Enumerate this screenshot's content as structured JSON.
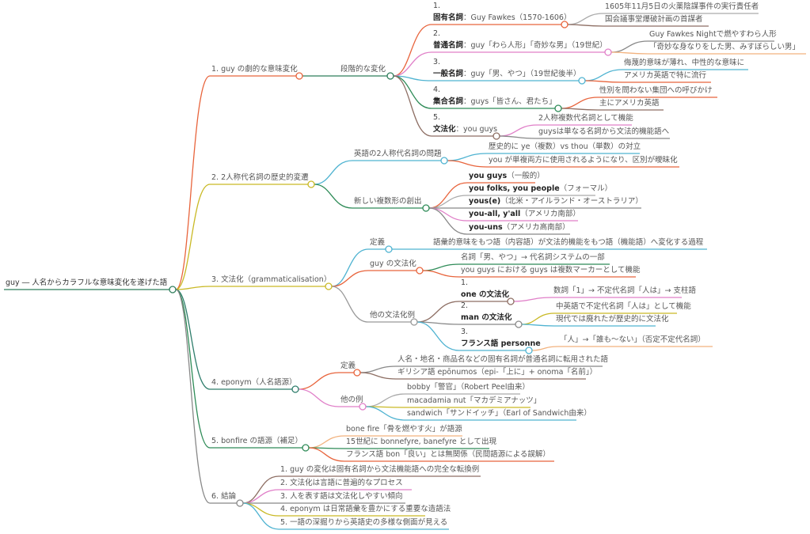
{
  "root": {
    "text": "guy ― 人名からカラフルな意味変化を遂げた語",
    "color": "#2e7d5b",
    "children": [
      {
        "text": "1. guy の劇的な意味変化",
        "color": "#e8643c",
        "children": [
          {
            "text": "段階的な変化",
            "color": "#2e7d5b",
            "children": [
              {
                "num": "1.",
                "bold": "固有名詞",
                "text": "：Guy Fawkes（1570-1606）",
                "color": "#e8643c",
                "children": [
                  {
                    "text": "1605年11月5日の火薬陰謀事件の実行責任者",
                    "color": "#aaaaaa"
                  },
                  {
                    "text": "国会議事堂爆破計画の首謀者",
                    "color": "#8d6e63"
                  }
                ]
              },
              {
                "num": "2.",
                "bold": "普通名詞",
                "text": "：guy「わら人形」「奇妙な男」（19世紀）",
                "color": "#e07fc8",
                "children": [
                  {
                    "text": "Guy Fawkes Nightで燃やすわら人形",
                    "color": "#888888"
                  },
                  {
                    "text": "「奇妙な身なりをした男、みすぼらしい男」",
                    "color": "#f2b27e"
                  }
                ]
              },
              {
                "num": "3.",
                "bold": "一般名詞",
                "text": "：guy「男、やつ」（19世紀後半）",
                "color": "#4fb3d1",
                "children": [
                  {
                    "text": "侮蔑的意味が薄れ、中性的な意味に",
                    "color": "#4fb3d1"
                  },
                  {
                    "text": "アメリカ英語で特に流行",
                    "color": "#e8643c"
                  }
                ]
              },
              {
                "num": "4.",
                "bold": "集合名詞",
                "text": "：guys「皆さん、君たち」",
                "color": "#2e8b57",
                "children": [
                  {
                    "text": "性別を問わない集団への呼びかけ",
                    "color": "#e8643c"
                  },
                  {
                    "text": "主にアメリカ英語",
                    "color": "#8d6e63"
                  }
                ]
              },
              {
                "num": "5.",
                "bold": "文法化",
                "text": "：you guys",
                "color": "#8d6e63",
                "children": [
                  {
                    "text": "2人称複数代名詞として機能",
                    "color": "#e07fc8"
                  },
                  {
                    "text": "guysは単なる名詞から文法的機能語へ",
                    "color": "#888888"
                  }
                ]
              }
            ]
          }
        ]
      },
      {
        "text": "2. 2人称代名詞の歴史的変遷",
        "color": "#c9b925",
        "children": [
          {
            "text": "英語の2人称代名詞の問題",
            "color": "#4fb3d1",
            "children": [
              {
                "text": "歴史的に ye（複数）vs thou（単数）の対立",
                "color": "#4fb3d1"
              },
              {
                "text": "you が単複両方に使用されるようになり、区別が曖昧化",
                "color": "#e8643c"
              }
            ]
          },
          {
            "text": "新しい複数形の創出",
            "color": "#2e8b57",
            "children": [
              {
                "bold": "you guys",
                "text": "（一般的）",
                "color": "#e8643c"
              },
              {
                "bold": "you folks, you people",
                "text": "（フォーマル）",
                "color": "#aaaaaa"
              },
              {
                "bold": "yous(e)",
                "text": "（北米・アイルランド・オーストラリア）",
                "color": "#888888"
              },
              {
                "bold": "you-all, y'all",
                "text": "（アメリカ南部）",
                "color": "#e07fc8"
              },
              {
                "bold": "you-uns",
                "text": "（アメリカ高南部）",
                "color": "#888888"
              }
            ]
          }
        ]
      },
      {
        "text": "3. 文法化（grammaticalisation）",
        "color": "#c9b925",
        "children": [
          {
            "text": "定義",
            "color": "#4fb3d1",
            "children": [
              {
                "text": "語彙的意味をもつ語（内容語）が文法的機能をもつ語（機能語）へ変化する過程",
                "color": "#4fb3d1"
              }
            ]
          },
          {
            "text": "guy の文法化",
            "color": "#e8643c",
            "children": [
              {
                "text": "名詞「男、やつ」→ 代名詞システムの一部",
                "color": "#2e8b57"
              },
              {
                "text": "you guys における guys は複数マーカーとして機能",
                "color": "#e8643c"
              }
            ]
          },
          {
            "text": "他の文法化例",
            "color": "#999999",
            "children": [
              {
                "num": "1.",
                "bold": "one の文法化",
                "text": "",
                "color": "#8d6e63",
                "children": [
                  {
                    "text": "数詞「1」→ 不定代名詞「人は」→ 支柱語",
                    "color": "#e07fc8"
                  }
                ]
              },
              {
                "num": "2.",
                "bold": "man の文法化",
                "text": "",
                "color": "#888888",
                "children": [
                  {
                    "text": "中英語で不定代名詞「人は」として機能",
                    "color": "#c9b925"
                  },
                  {
                    "text": "現代では廃れたが歴史的に文法化",
                    "color": "#4fb3d1"
                  }
                ]
              },
              {
                "num": "3.",
                "bold": "フランス語 personne",
                "text": "",
                "color": "#4fb3d1",
                "children": [
                  {
                    "text": "「人」→「誰も〜ない」（否定不定代名詞）",
                    "color": "#f2b27e"
                  }
                ]
              }
            ]
          }
        ]
      },
      {
        "text": "4. eponym（人名語源）",
        "color": "#2e7d6b",
        "children": [
          {
            "text": "定義",
            "color": "#e8643c",
            "children": [
              {
                "text": "人名・地名・商品名などの固有名詞が普通名詞に転用された語",
                "color": "#888888"
              },
              {
                "text": "ギリシア語 epōnumos（epi-「上に」+ onoma「名前」）",
                "color": "#8d6e63"
              }
            ]
          },
          {
            "text": "他の例",
            "color": "#e07fc8",
            "children": [
              {
                "text": "bobby「警官」（Robert Peel由来）",
                "color": "#aaaaaa"
              },
              {
                "text": "macadamia nut「マカデミアナッツ」",
                "color": "#c9b925"
              },
              {
                "text": "sandwich「サンドイッチ」（Earl of Sandwich由来）",
                "color": "#4fb3d1"
              }
            ]
          }
        ]
      },
      {
        "text": "5. bonfire の語源（補足）",
        "color": "#2e8b57",
        "children": [
          {
            "text": "bone fire「骨を燃やす火」が語源",
            "color": "#f2b27e"
          },
          {
            "text": "15世紀に bonnefyre, banefyre として出現",
            "color": "#2e8b57"
          },
          {
            "text": "フランス語 bon「良い」とは無関係（民間語源による誤解）",
            "color": "#e8643c"
          }
        ]
      },
      {
        "text": "6. 結論",
        "color": "#888888",
        "children": [
          {
            "text": "1. guy の変化は固有名詞から文法機能語への完全な転換例",
            "color": "#8d6e63"
          },
          {
            "text": "2. 文法化は言語に普遍的なプロセス",
            "color": "#e07fc8"
          },
          {
            "text": "3. 人を表す語は文法化しやすい傾向",
            "color": "#888888"
          },
          {
            "text": "4. eponym は日常語彙を豊かにする重要な造語法",
            "color": "#c9b925"
          },
          {
            "text": "5. 一語の深掘りから英語史の多様な側面が見える",
            "color": "#4fb3d1"
          }
        ]
      }
    ]
  }
}
